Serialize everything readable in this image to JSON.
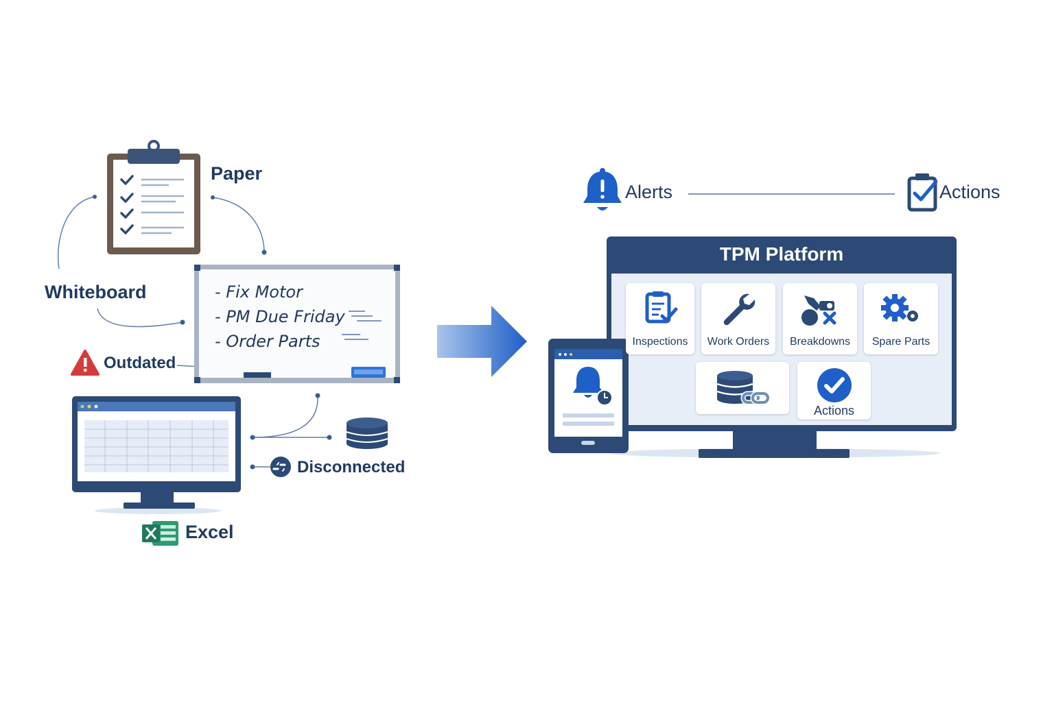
{
  "legacy": {
    "paper_label": "Paper",
    "whiteboard_label": "Whiteboard",
    "outdated_label": "Outdated",
    "disconnected_label": "Disconnected",
    "excel_label": "Excel",
    "whiteboard_lines": [
      "- Fix Motor",
      "- PM Due Friday",
      "- Order Parts"
    ]
  },
  "platform": {
    "alerts_label": "Alerts",
    "actions_label": "Actions",
    "title": "TPM Platform",
    "modules": [
      "Inspections",
      "Work Orders",
      "Breakdowns",
      "Spare Parts",
      "Actions"
    ]
  },
  "colors": {
    "navy": "#2c4a75",
    "accent_blue": "#1f5fc8",
    "warning_red": "#d63b3b",
    "excel_green": "#1f7a5a"
  }
}
